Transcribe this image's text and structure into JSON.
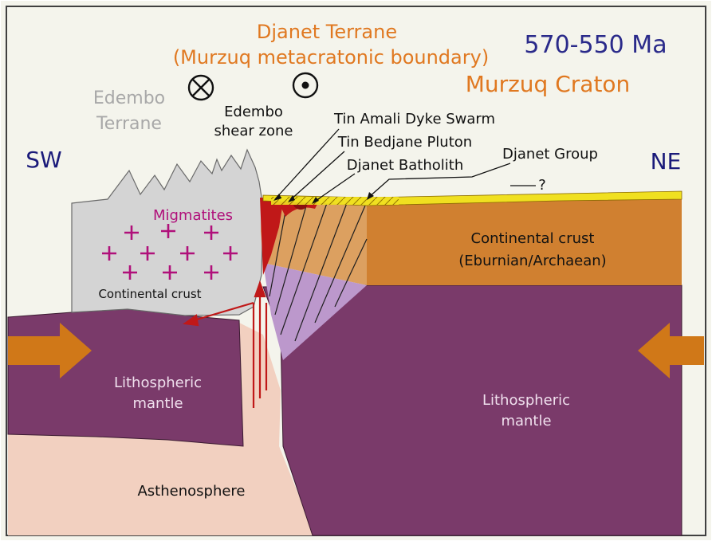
{
  "title": {
    "line1": "Djanet Terrane",
    "line2": "(Murzuq metacratonic boundary)"
  },
  "age": "570-550 Ma",
  "craton": "Murzuq Craton",
  "left_terrane": {
    "line1": "Edembo",
    "line2": "Terrane"
  },
  "shear_zone": {
    "line1": "Edembo",
    "line2": "shear zone"
  },
  "directions": {
    "sw": "SW",
    "ne": "NE"
  },
  "labels": {
    "dyke_swarm": "Tin Amali Dyke Swarm",
    "pluton": "Tin Bedjane Pluton",
    "batholith": "Djanet Batholith",
    "group": "Djanet Group",
    "question": "?",
    "migmatites": "Migmatites",
    "continental_crust_left": "Continental crust",
    "continental_crust_right_1": "Continental crust",
    "continental_crust_right_2": "(Eburnian/Archaean)",
    "lithospheric_mantle_left_1": "Lithospheric",
    "lithospheric_mantle_left_2": "mantle",
    "lithospheric_mantle_right_1": "Lithospheric",
    "lithospheric_mantle_right_2": "mantle",
    "asthenosphere": "Asthenosphere"
  },
  "colors": {
    "background": "#f4f4ec",
    "frame": "#404040",
    "title": "#e07820",
    "age": "#2a2a8a",
    "direction": "#1a1a7a",
    "terrane_gray": "#a8a8a8",
    "grey_crust": "#d4d4d4",
    "continental_crust": "#d08030",
    "lithospheric_mantle": "#7a3a6a",
    "asthenosphere": "#f2d0c0",
    "wedge_tan": "#dca060",
    "wedge_lavender": "#bc98cc",
    "djanet_group": "#f0e020",
    "magma_red": "#c01818",
    "migmatite_magenta": "#b0107a",
    "arrow_orange": "#d07818"
  }
}
